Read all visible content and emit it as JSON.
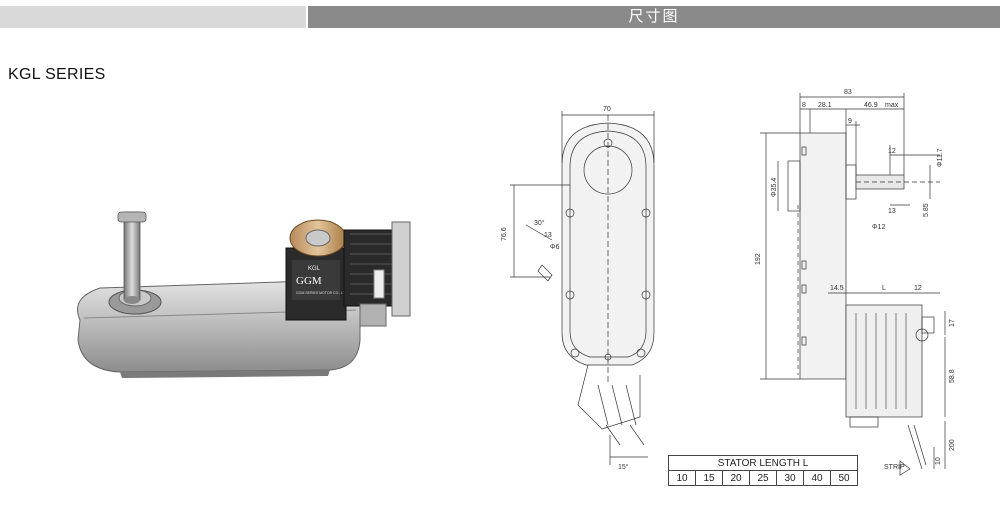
{
  "header": {
    "title": "尺寸图"
  },
  "series": {
    "name": "KGL  SERIES"
  },
  "photo": {
    "label_model": "KGL",
    "label_brand": "GGM",
    "label_company": "GGM SERIES MOTOR CO., LTD."
  },
  "front_view": {
    "width_dim": "70",
    "height_dim": "76.6",
    "angle_dim": "30°",
    "hole_dim": "13",
    "dia_dim": "Φ6",
    "exit_angle": "15°"
  },
  "side_view": {
    "overall": "83",
    "d8": "8",
    "d28": "28.1",
    "d46": "46.9",
    "d46_note": "max",
    "d9": "9",
    "d12a": "12",
    "d117": "Φ11.7",
    "d354": "Φ35.4",
    "d13": "13",
    "d585": "5.85",
    "d12dia": "Φ12",
    "d192": "192",
    "d145": "14.5",
    "dL": "L",
    "d12b": "12",
    "d17": "17",
    "d588": "58.8",
    "d200": "200",
    "d10": "10",
    "strip": "STRIP"
  },
  "stator_table": {
    "title": "STATOR LENGTH L",
    "values": [
      "10",
      "15",
      "20",
      "25",
      "30",
      "40",
      "50"
    ]
  }
}
